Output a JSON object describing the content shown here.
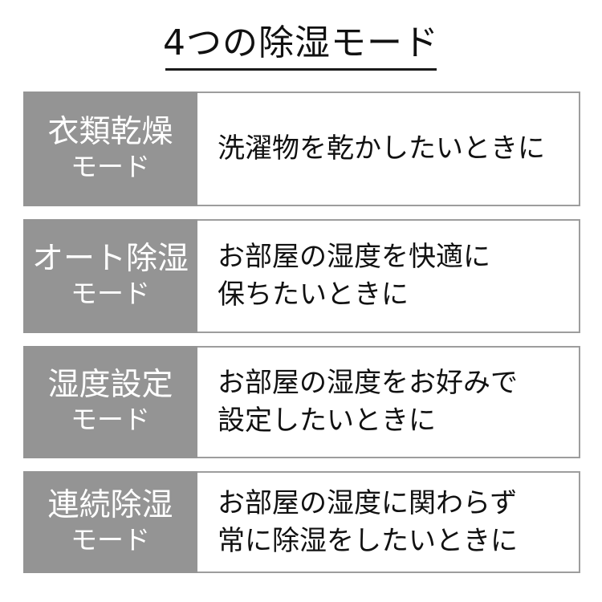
{
  "header": {
    "title": "4つの除湿モード"
  },
  "colors": {
    "label_bg": "#949494",
    "label_text": "#ffffff",
    "desc_border": "#9d9d9d",
    "desc_text": "#111111",
    "title_text": "#111111",
    "title_rule": "#1a1a1a",
    "page_bg": "#ffffff"
  },
  "modes": [
    {
      "label_main": "衣類乾燥",
      "label_sub": "モード",
      "description_lines": [
        "洗濯物を乾かしたいときに"
      ]
    },
    {
      "label_main": "オート除湿",
      "label_sub": "モード",
      "description_lines": [
        "お部屋の湿度を快適に",
        "保ちたいときに"
      ]
    },
    {
      "label_main": "湿度設定",
      "label_sub": "モード",
      "description_lines": [
        "お部屋の湿度をお好みで",
        "設定したいときに"
      ]
    },
    {
      "label_main": "連続除湿",
      "label_sub": "モード",
      "description_lines": [
        "お部屋の湿度に関わらず",
        "常に除湿をしたいときに"
      ]
    }
  ]
}
